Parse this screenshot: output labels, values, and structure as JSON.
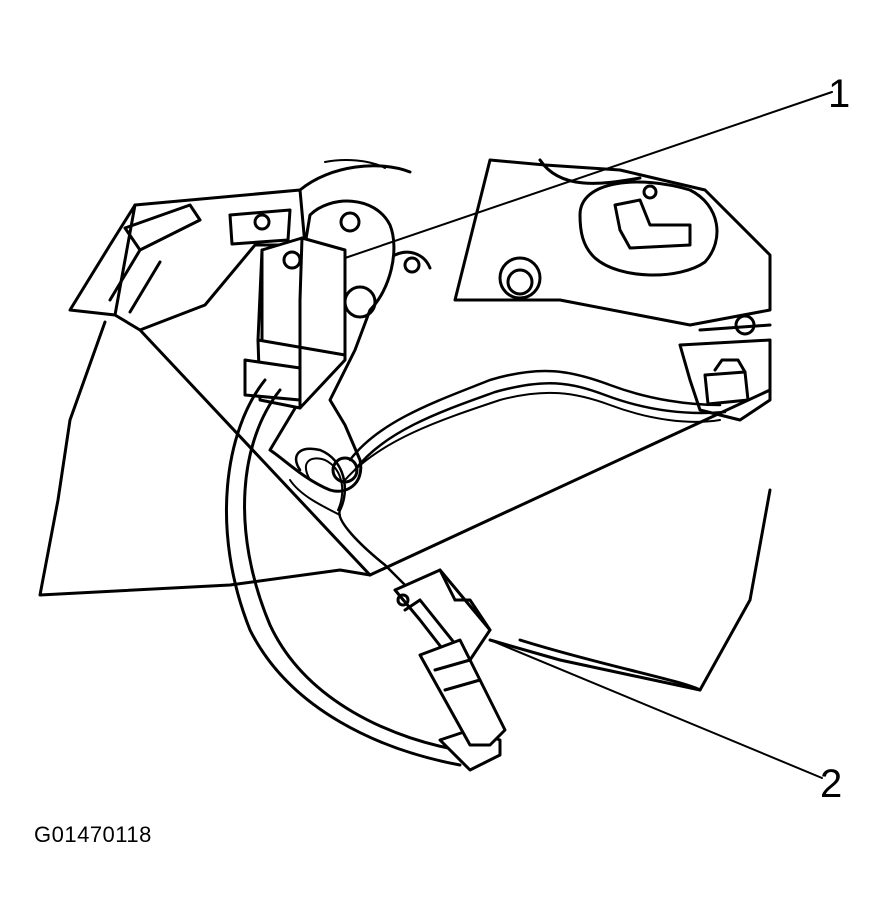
{
  "figure": {
    "id": "G01470118",
    "callouts": [
      {
        "label": "1"
      },
      {
        "label": "2"
      }
    ]
  }
}
